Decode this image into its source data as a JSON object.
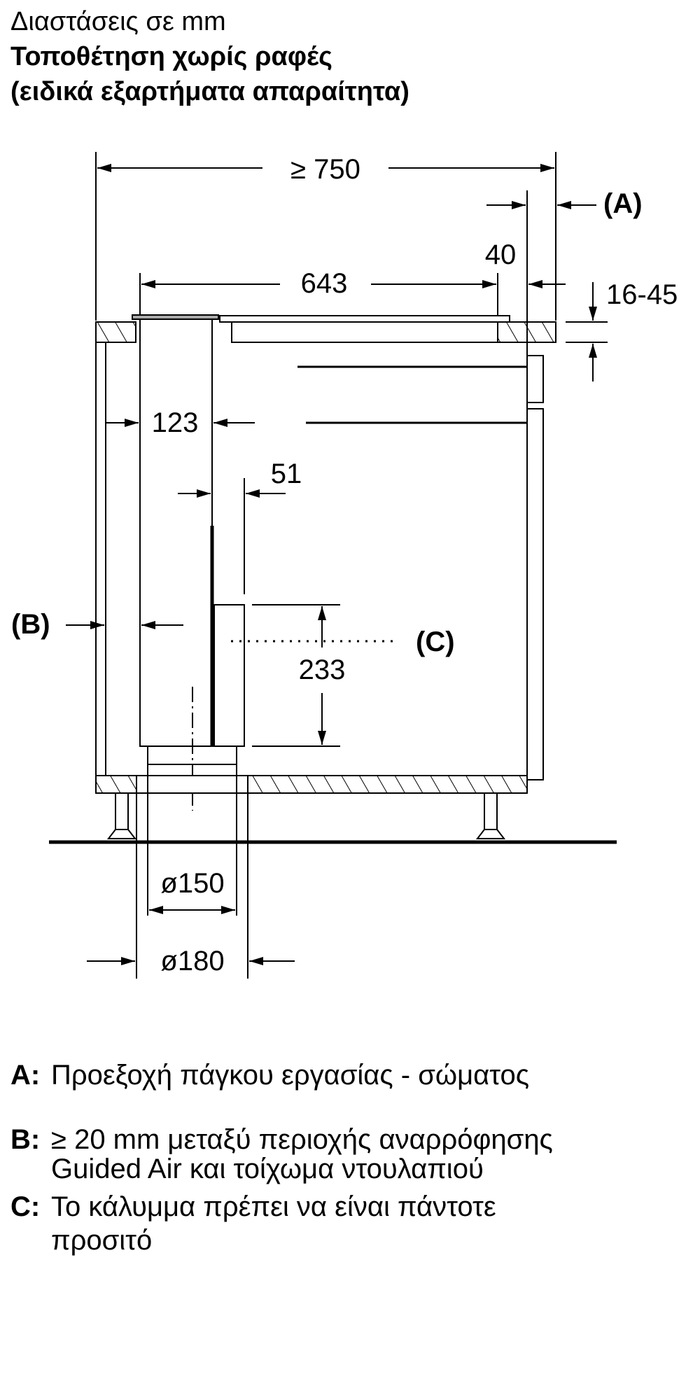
{
  "header": {
    "line1": "Διαστάσεις σε mm",
    "line2": "Τοποθέτηση χωρίς ραφές",
    "line3": "(ειδικά εξαρτήματα απαραίτητα)"
  },
  "dimensions": {
    "total_width": "≥ 750",
    "hob_width": "643",
    "overhang": "40",
    "worktop_thickness": "16-45",
    "module_depth": "123",
    "cover_offset": "51",
    "cover_height": "233",
    "inner_diameter": "ø150",
    "outer_diameter": "ø180",
    "label_a": "(A)",
    "label_b": "(B)",
    "label_c": "(C)"
  },
  "legend": [
    {
      "key": "A:",
      "lines": [
        "Προεξοχή πάγκου εργασίας - σώματος"
      ]
    },
    {
      "key": "B:",
      "lines": [
        "≥ 20 mm μεταξύ περιοχής αναρρόφησης",
        "Guided Air και τοίχωμα ντουλαπιού"
      ]
    },
    {
      "key": "C:",
      "lines": [
        "Το κάλυμμα πρέπει να είναι πάντοτε",
        "προσιτό"
      ]
    }
  ]
}
